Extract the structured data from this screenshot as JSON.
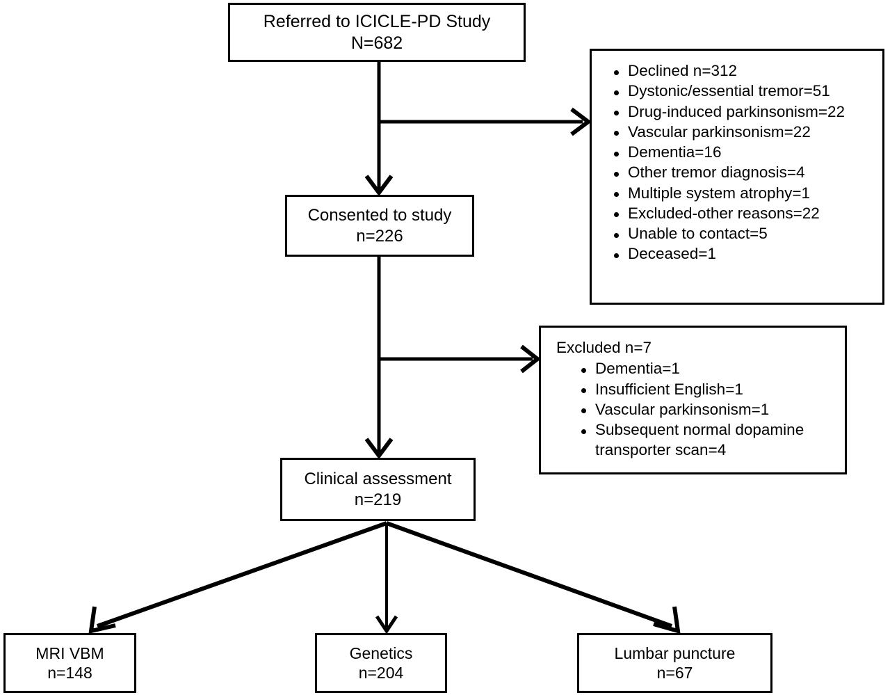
{
  "diagram": {
    "title": "ICICLE-PD Study participant flow",
    "stroke_color": "#000000",
    "background_color": "#ffffff"
  },
  "nodes": {
    "referred": {
      "line1": "Referred to ICICLE-PD Study",
      "line2": "N=682"
    },
    "consented": {
      "line1": "Consented to study",
      "line2": "n=226"
    },
    "clinical": {
      "line1": "Clinical assessment",
      "line2": "n=219"
    },
    "mri": {
      "line1": "MRI VBM",
      "line2": "n=148"
    },
    "genetics": {
      "line1": "Genetics",
      "line2": "n=204"
    },
    "lumbar": {
      "line1": "Lumbar puncture",
      "line2": "n=67"
    }
  },
  "not_recruited": {
    "items": [
      "Declined n=312",
      "Dystonic/essential tremor=51",
      "Drug-induced parkinsonism=22",
      "Vascular parkinsonism=22",
      "Dementia=16",
      "Other tremor diagnosis=4",
      "Multiple system atrophy=1",
      "Excluded-other reasons=22",
      "Unable to contact=5",
      "Deceased=1"
    ]
  },
  "excluded": {
    "heading": "Excluded n=7",
    "items": [
      "Dementia=1",
      "Insufficient English=1",
      "Vascular parkinsonism=1",
      "Subsequent normal dopamine transporter scan=4"
    ]
  }
}
